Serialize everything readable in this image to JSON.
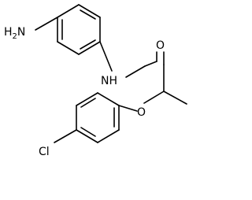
{
  "molecule": {
    "atoms": {
      "nh2": {
        "main": "H",
        "sub": "2",
        "tail": "N"
      },
      "nh": "NH",
      "o_carbonyl": "O",
      "o_ether": "O",
      "cl": "Cl"
    }
  }
}
